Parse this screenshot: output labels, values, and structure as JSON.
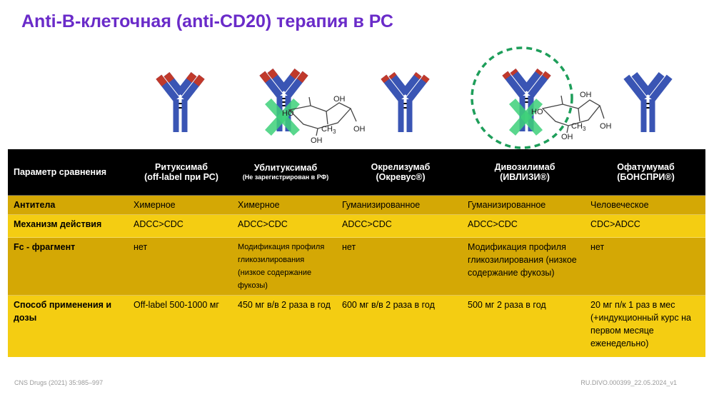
{
  "title": "Anti-B-клеточная (anti-CD20) терапия в РС",
  "molecule_labels": {
    "oh": "OH",
    "ho": "HO",
    "ch3": "CH",
    "ch3_sub": "3"
  },
  "colors": {
    "title": "#6a2bc9",
    "antibody_blue": "#3a55b4",
    "variable_red": "#c0392b",
    "mark_green": "#3ed17a",
    "row_dark": "#d4a805",
    "row_light": "#f4cd12"
  },
  "table": {
    "header": {
      "param": "Параметр сравнения",
      "drugs": [
        {
          "name": "Ритуксимаб",
          "sub": "(off-label при РС)",
          "note": ""
        },
        {
          "name": "Ублитуксимаб",
          "sub": "",
          "note": "(Не зарегистрирован в РФ)"
        },
        {
          "name": "Окрелизумаб",
          "sub": "(Окревус®)",
          "note": ""
        },
        {
          "name": "Дивозилимаб",
          "sub": "(ИВЛИЗИ®)",
          "note": ""
        },
        {
          "name": "Офатумумаб",
          "sub": "(БОНСПРИ®)",
          "note": ""
        }
      ]
    },
    "rows": [
      {
        "param": "Антитела",
        "values": [
          "Химерное",
          "Химерное",
          "Гуманизированное",
          "Гуманизированное",
          "Человеческое"
        ]
      },
      {
        "param": "Механизм действия",
        "values": [
          "ADCC>CDC",
          "ADCC>CDC",
          "ADCC>CDC",
          "ADCC>CDC",
          "CDC>ADCC"
        ]
      },
      {
        "param": "Fc - фрагмент",
        "values": [
          "нет",
          "Модификация профиля гликозилирования (низкое содержание фукозы)",
          "нет",
          "Модификация профиля гликозилирования (низкое содержание фукозы)",
          "нет"
        ]
      },
      {
        "param": "Способ применения и дозы",
        "values": [
          "Off-label 500-1000 мг",
          "450 мг в/в 2 раза в год",
          "600 мг в/в 2 раза в год",
          "500 мг 2 раза в год",
          "20 мг п/к 1 раз в мес (+индукционный курс на первом месяце еженедельно)"
        ]
      }
    ]
  },
  "footer": {
    "reference": "CNS Drugs (2021) 35:985–997",
    "code": "RU.DIVO.000399_22.05.2024_v1"
  }
}
